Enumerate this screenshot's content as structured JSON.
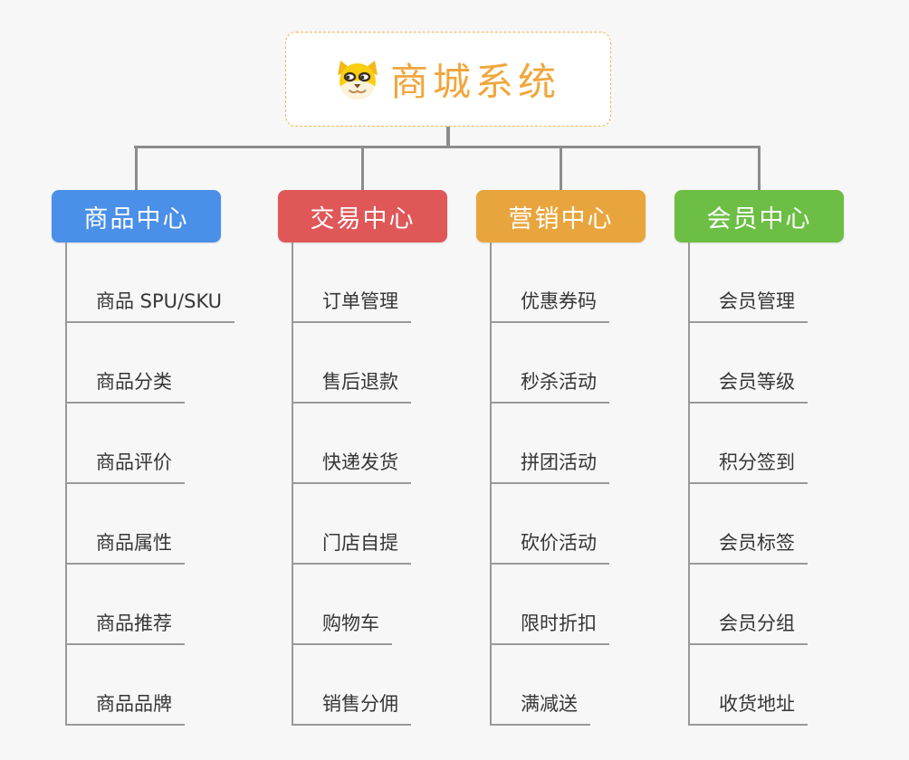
{
  "root": {
    "title": "商城系统",
    "icon": "dog-icon"
  },
  "colors": {
    "background": "#F7F7F7",
    "root_accent": "#F0A63C",
    "connector": "#8C8C8C",
    "underline": "#999999",
    "item_text": "#363636"
  },
  "branches": [
    {
      "label": "商品中心",
      "color": "#4A8FE8",
      "children": [
        "商品 SPU/SKU",
        "商品分类",
        "商品评价",
        "商品属性",
        "商品推荐",
        "商品品牌"
      ]
    },
    {
      "label": "交易中心",
      "color": "#E05758",
      "children": [
        "订单管理",
        "售后退款",
        "快递发货",
        "门店自提",
        "购物车",
        "销售分佣"
      ]
    },
    {
      "label": "营销中心",
      "color": "#E9A53D",
      "children": [
        "优惠券码",
        "秒杀活动",
        "拼团活动",
        "砍价活动",
        "限时折扣",
        "满减送"
      ]
    },
    {
      "label": "会员中心",
      "color": "#6CBE45",
      "children": [
        "会员管理",
        "会员等级",
        "积分签到",
        "会员标签",
        "会员分组",
        "收货地址"
      ]
    }
  ]
}
